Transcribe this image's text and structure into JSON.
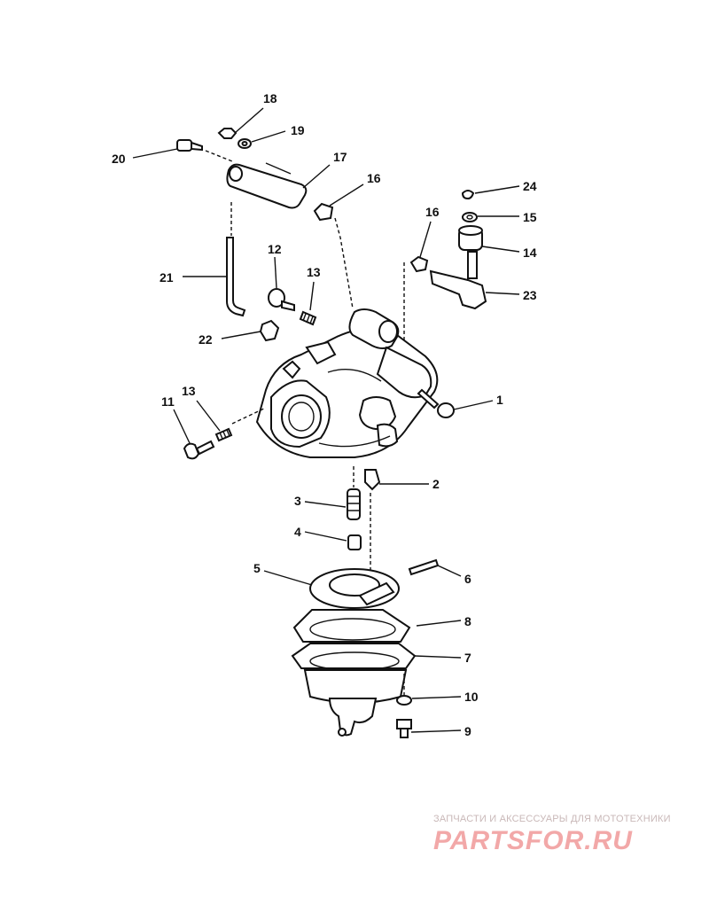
{
  "callouts": {
    "c1": "1",
    "c2": "2",
    "c3": "3",
    "c4": "4",
    "c5": "5",
    "c6": "6",
    "c7": "7",
    "c8": "8",
    "c9": "9",
    "c10": "10",
    "c11": "11",
    "c12": "12",
    "c13a": "13",
    "c13b": "13",
    "c14": "14",
    "c15": "15",
    "c16a": "16",
    "c16b": "16",
    "c17": "17",
    "c18": "18",
    "c19": "19",
    "c20": "20",
    "c21": "21",
    "c22": "22",
    "c23": "23",
    "c24": "24"
  },
  "watermark": {
    "subtitle": "ЗАПЧАСТИ И АКСЕССУАРЫ ДЛЯ МОТОТЕХНИКИ",
    "logo": "PARTSFOR.RU"
  },
  "colors": {
    "line": "#111111",
    "watermark_logo": "#f2a8a8",
    "watermark_text": "#c9b8b8"
  }
}
